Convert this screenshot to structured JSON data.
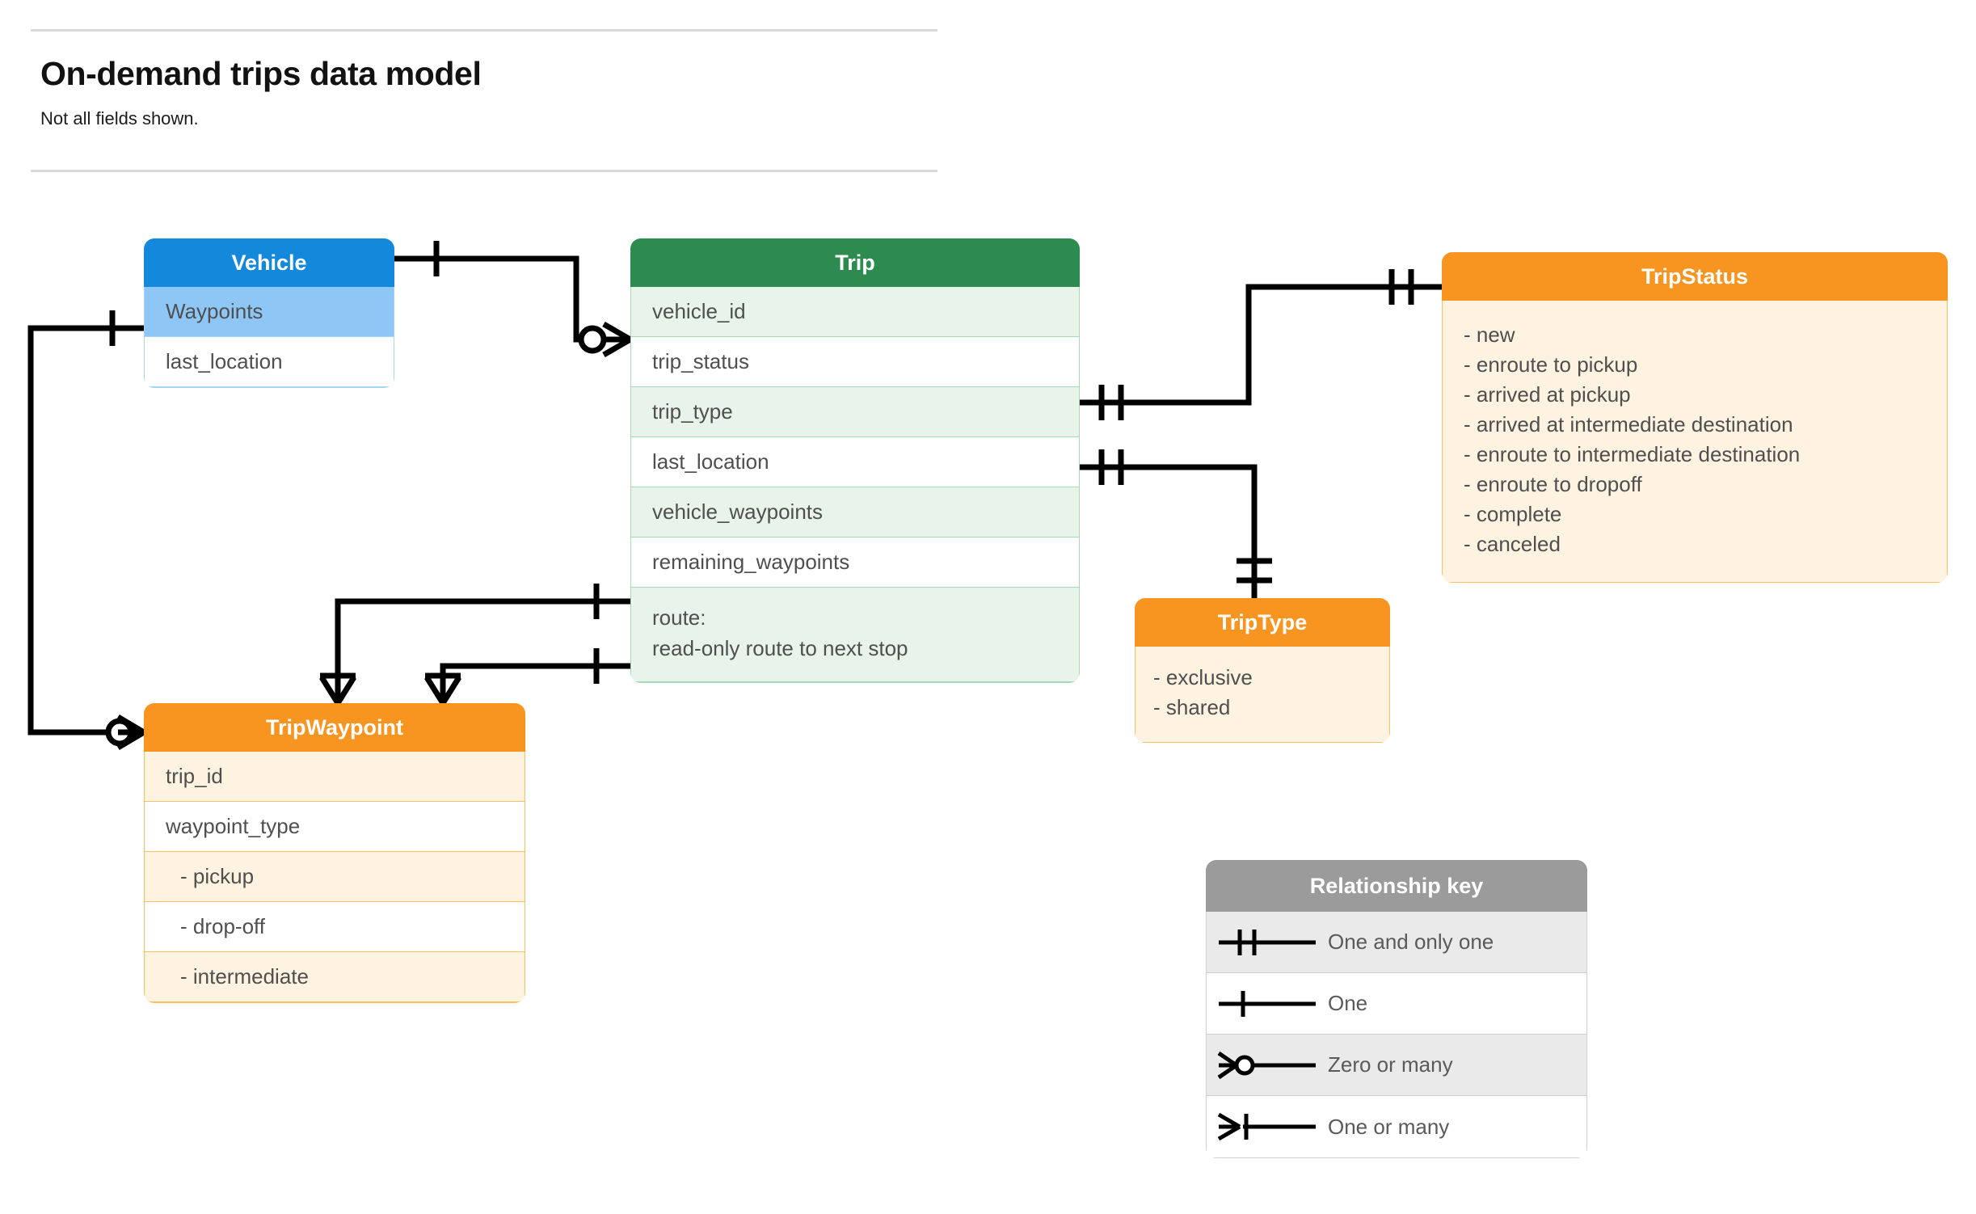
{
  "header": {
    "title": "On-demand trips data model",
    "subtitle": "Not all fields shown."
  },
  "entities": {
    "vehicle": {
      "name": "Vehicle",
      "header_color": "#1488db",
      "rows": [
        {
          "label": "Waypoints"
        },
        {
          "label": "last_location"
        }
      ]
    },
    "trip": {
      "name": "Trip",
      "header_color": "#2e8b4f",
      "rows": [
        {
          "label": "vehicle_id"
        },
        {
          "label": "trip_status"
        },
        {
          "label": "trip_type"
        },
        {
          "label": "last_location"
        },
        {
          "label": "vehicle_waypoints"
        },
        {
          "label": "remaining_waypoints"
        },
        {
          "label_line1": "route:",
          "label_line2": "read-only route to next stop"
        }
      ]
    },
    "trip_status": {
      "name": "TripStatus",
      "header_color": "#f79520",
      "values": [
        "- new",
        "- enroute to pickup",
        "- arrived at pickup",
        "- arrived at intermediate destination",
        "- enroute to intermediate destination",
        "- enroute to dropoff",
        "- complete",
        "- canceled"
      ]
    },
    "trip_type": {
      "name": "TripType",
      "header_color": "#f79520",
      "values": [
        "- exclusive",
        "- shared"
      ]
    },
    "trip_waypoint": {
      "name": "TripWaypoint",
      "header_color": "#f79520",
      "rows": [
        {
          "label": "trip_id"
        },
        {
          "label": "waypoint_type"
        },
        {
          "label": "-  pickup"
        },
        {
          "label": "-  drop-off"
        },
        {
          "label": "-  intermediate"
        }
      ]
    }
  },
  "legend": {
    "title": "Relationship key",
    "items": [
      {
        "symbol": "one-and-only-one-icon",
        "label": "One and only one"
      },
      {
        "symbol": "one-icon",
        "label": "One"
      },
      {
        "symbol": "zero-or-many-icon",
        "label": "Zero or many"
      },
      {
        "symbol": "one-or-many-icon",
        "label": "One or many"
      }
    ]
  },
  "relationships": [
    {
      "from": "Vehicle",
      "from_card": "one-icon",
      "to": "Trip.vehicle_id",
      "to_card": "zero-or-many-icon"
    },
    {
      "from": "Vehicle.Waypoints",
      "from_card": "one-icon",
      "to": "TripWaypoint",
      "to_card": "zero-or-many-icon"
    },
    {
      "from": "Trip.trip_status",
      "from_card": "one-and-only-one-icon",
      "to": "TripStatus",
      "to_card": "one-and-only-one-icon"
    },
    {
      "from": "Trip.trip_type",
      "from_card": "one-and-only-one-icon",
      "to": "TripType",
      "to_card": "one-and-only-one-icon"
    },
    {
      "from": "Trip.vehicle_waypoints",
      "from_card": "one-icon",
      "to": "TripWaypoint",
      "to_card": "one-or-many-icon"
    },
    {
      "from": "Trip.remaining_waypoints",
      "from_card": "one-icon",
      "to": "TripWaypoint",
      "to_card": "one-or-many-icon"
    }
  ]
}
